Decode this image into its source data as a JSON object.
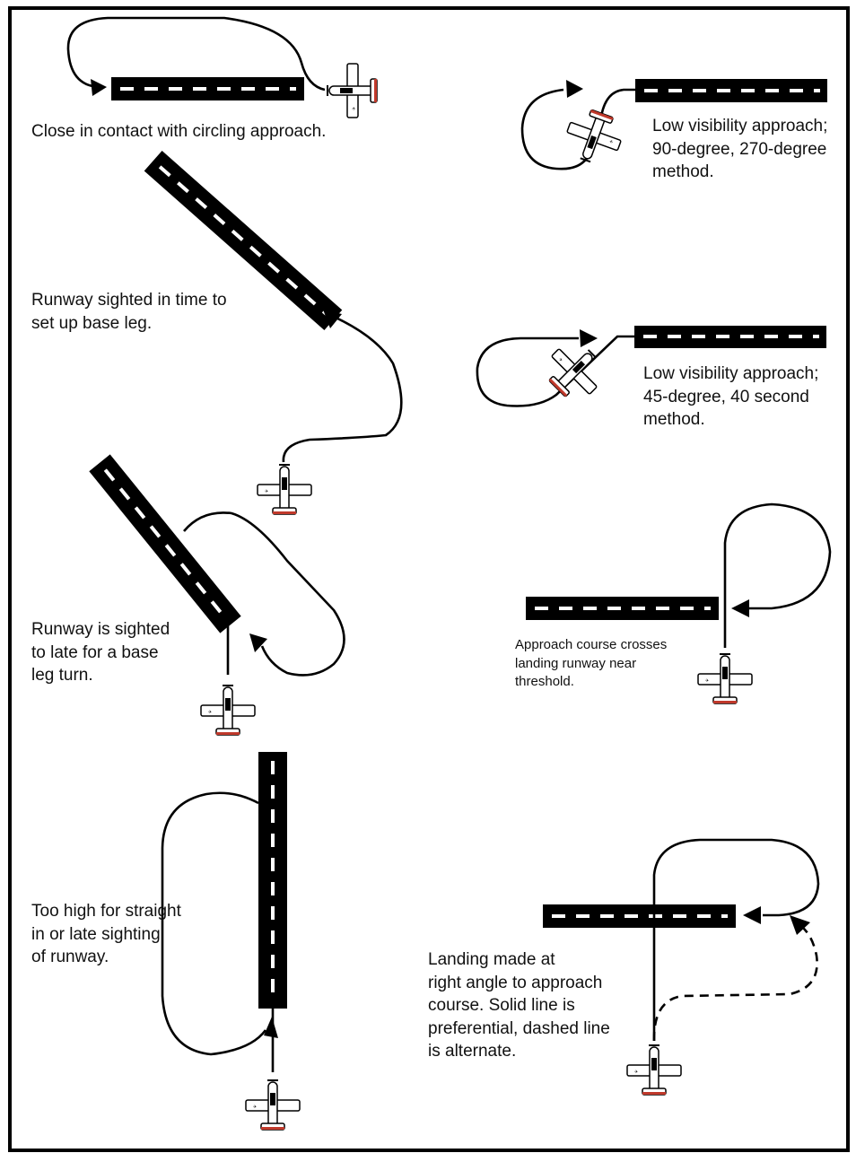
{
  "figure": {
    "captions": {
      "circling": "Close in contact with circling approach.",
      "low_vis_90_270": "Low visibility approach;\n90-degree, 270-degree\nmethod.",
      "base_leg": "Runway sighted in time to\nset up base leg.",
      "low_vis_45_40": "Low visibility approach;\n45-degree, 40 second\nmethod.",
      "late_base": "Runway is sighted\nto late for a base\nleg turn.",
      "crosses_threshold": "Approach course crosses\nlanding runway near\nthreshold.",
      "too_high": "Too high for straight\nin or late sighting\nof runway.",
      "right_angle": "Landing made at\nright angle to approach\ncourse.  Solid line is\npreferential, dashed line\nis alternate."
    },
    "colors": {
      "runway": "#000000",
      "centerline": "#ffffff",
      "aircraft_body": "#ffffff",
      "aircraft_accent": "#c0392b"
    }
  }
}
